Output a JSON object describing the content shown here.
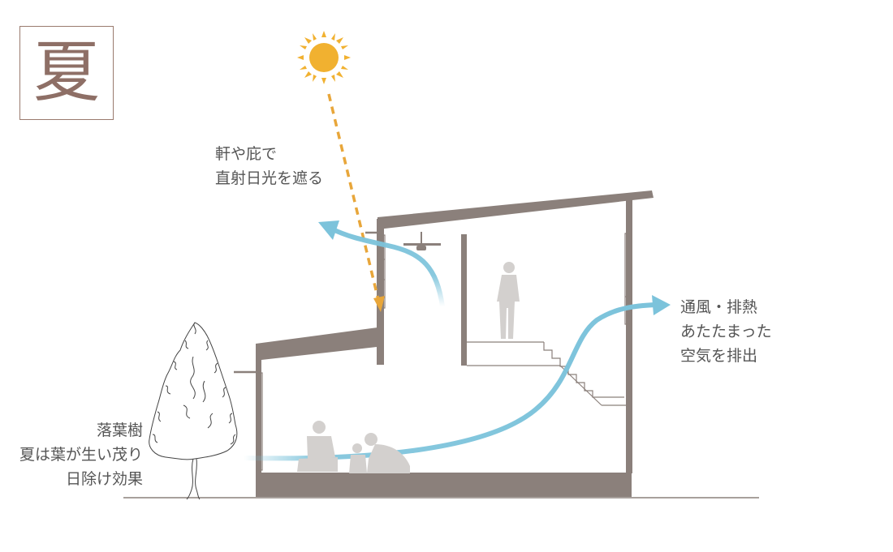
{
  "season": "夏",
  "labels": {
    "eaves": [
      "軒や庇で",
      "直射日光を遮る"
    ],
    "ventilation": [
      "通風・排熱",
      "あたたまった",
      "空気を排出"
    ],
    "tree": [
      "落葉樹",
      "夏は葉が生い茂り",
      "日除け効果"
    ]
  },
  "colors": {
    "house": "#8b807b",
    "air_flow": "#7cc3db",
    "sun": "#f1b130",
    "sun_ray": "#e8a63a",
    "person": "#d3d0ce",
    "season_text": "#8e6f66",
    "season_border": "#9a7a6e",
    "text": "#555555"
  },
  "icons": [
    "sun-icon",
    "ceiling-fan-icon",
    "person-standing-icon",
    "person-sitting-icon",
    "child-icon",
    "tree-icon"
  ]
}
